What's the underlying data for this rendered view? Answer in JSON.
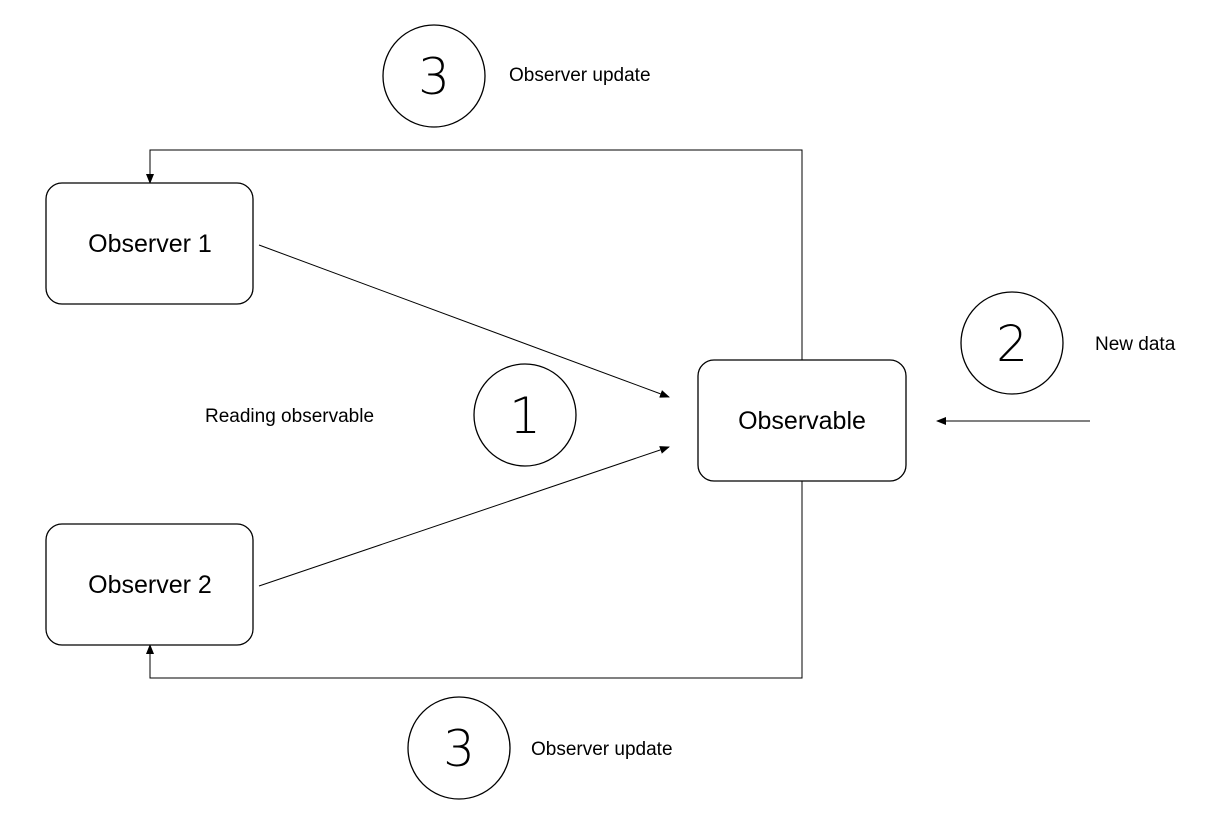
{
  "nodes": {
    "observer_1": "Observer 1",
    "observer_2": "Observer 2",
    "observable": "Observable"
  },
  "steps": {
    "reading": {
      "number": "1",
      "label": "Reading observable"
    },
    "new_data": {
      "number": "2",
      "label": "New data"
    },
    "update_top": {
      "number": "3",
      "label": "Observer update"
    },
    "update_bottom": {
      "number": "3",
      "label": "Observer update"
    }
  },
  "edges": [
    {
      "from": "observer_1",
      "to": "observable",
      "label": "Reading observable"
    },
    {
      "from": "observer_2",
      "to": "observable",
      "label": "Reading observable"
    },
    {
      "from": "external",
      "to": "observable",
      "label": "New data"
    },
    {
      "from": "observable",
      "to": "observer_1",
      "label": "Observer update"
    },
    {
      "from": "observable",
      "to": "observer_2",
      "label": "Observer update"
    }
  ],
  "colors": {
    "stroke": "#000000",
    "background": "#ffffff"
  }
}
